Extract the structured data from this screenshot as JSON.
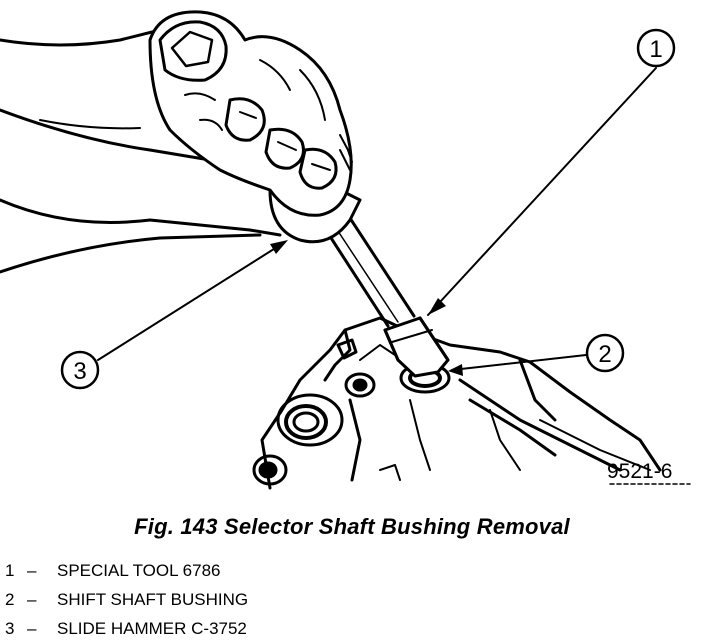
{
  "figure": {
    "code": "9521-6",
    "caption": "Fig. 143 Selector Shaft Bushing Removal",
    "callouts": [
      {
        "number": "1"
      },
      {
        "number": "2"
      },
      {
        "number": "3"
      }
    ]
  },
  "legend": [
    {
      "number": "1",
      "dash": "–",
      "label": "SPECIAL TOOL 6786"
    },
    {
      "number": "2",
      "dash": "–",
      "label": "SHIFT SHAFT BUSHING"
    },
    {
      "number": "3",
      "dash": "–",
      "label": "SLIDE HAMMER C-3752"
    }
  ],
  "colors": {
    "ink": "#000000",
    "paper": "#ffffff"
  }
}
